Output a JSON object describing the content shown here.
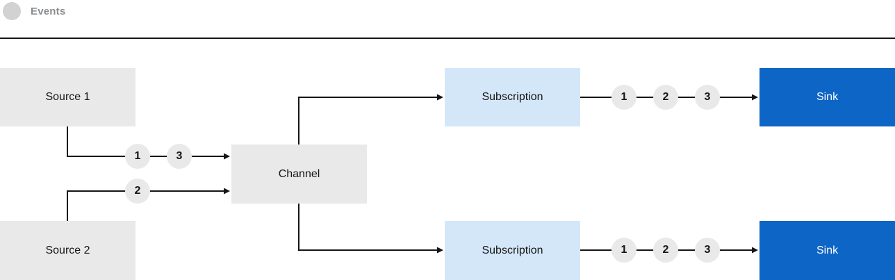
{
  "header": {
    "legend_label": "Events"
  },
  "colors": {
    "box_gray": "#e9e9e9",
    "box_light_blue": "#d4e7f9",
    "box_blue": "#0d65c5",
    "circle_gray": "#e9e9e9",
    "legend_circle": "#d2d2d2",
    "line": "#151515",
    "legend_text": "#8a8d90",
    "text": "#151515"
  },
  "nodes": {
    "source1": {
      "label": "Source 1"
    },
    "source2": {
      "label": "Source 2"
    },
    "channel": {
      "label": "Channel"
    },
    "subscription_top": {
      "label": "Subscription"
    },
    "subscription_bottom": {
      "label": "Subscription"
    },
    "sink_top": {
      "label": "Sink"
    },
    "sink_bottom": {
      "label": "Sink"
    }
  },
  "events": {
    "source1_to_channel": [
      "1",
      "3"
    ],
    "source2_to_channel": [
      "2"
    ],
    "subscription_top_to_sink": [
      "1",
      "2",
      "3"
    ],
    "subscription_bottom_to_sink": [
      "1",
      "2",
      "3"
    ]
  }
}
